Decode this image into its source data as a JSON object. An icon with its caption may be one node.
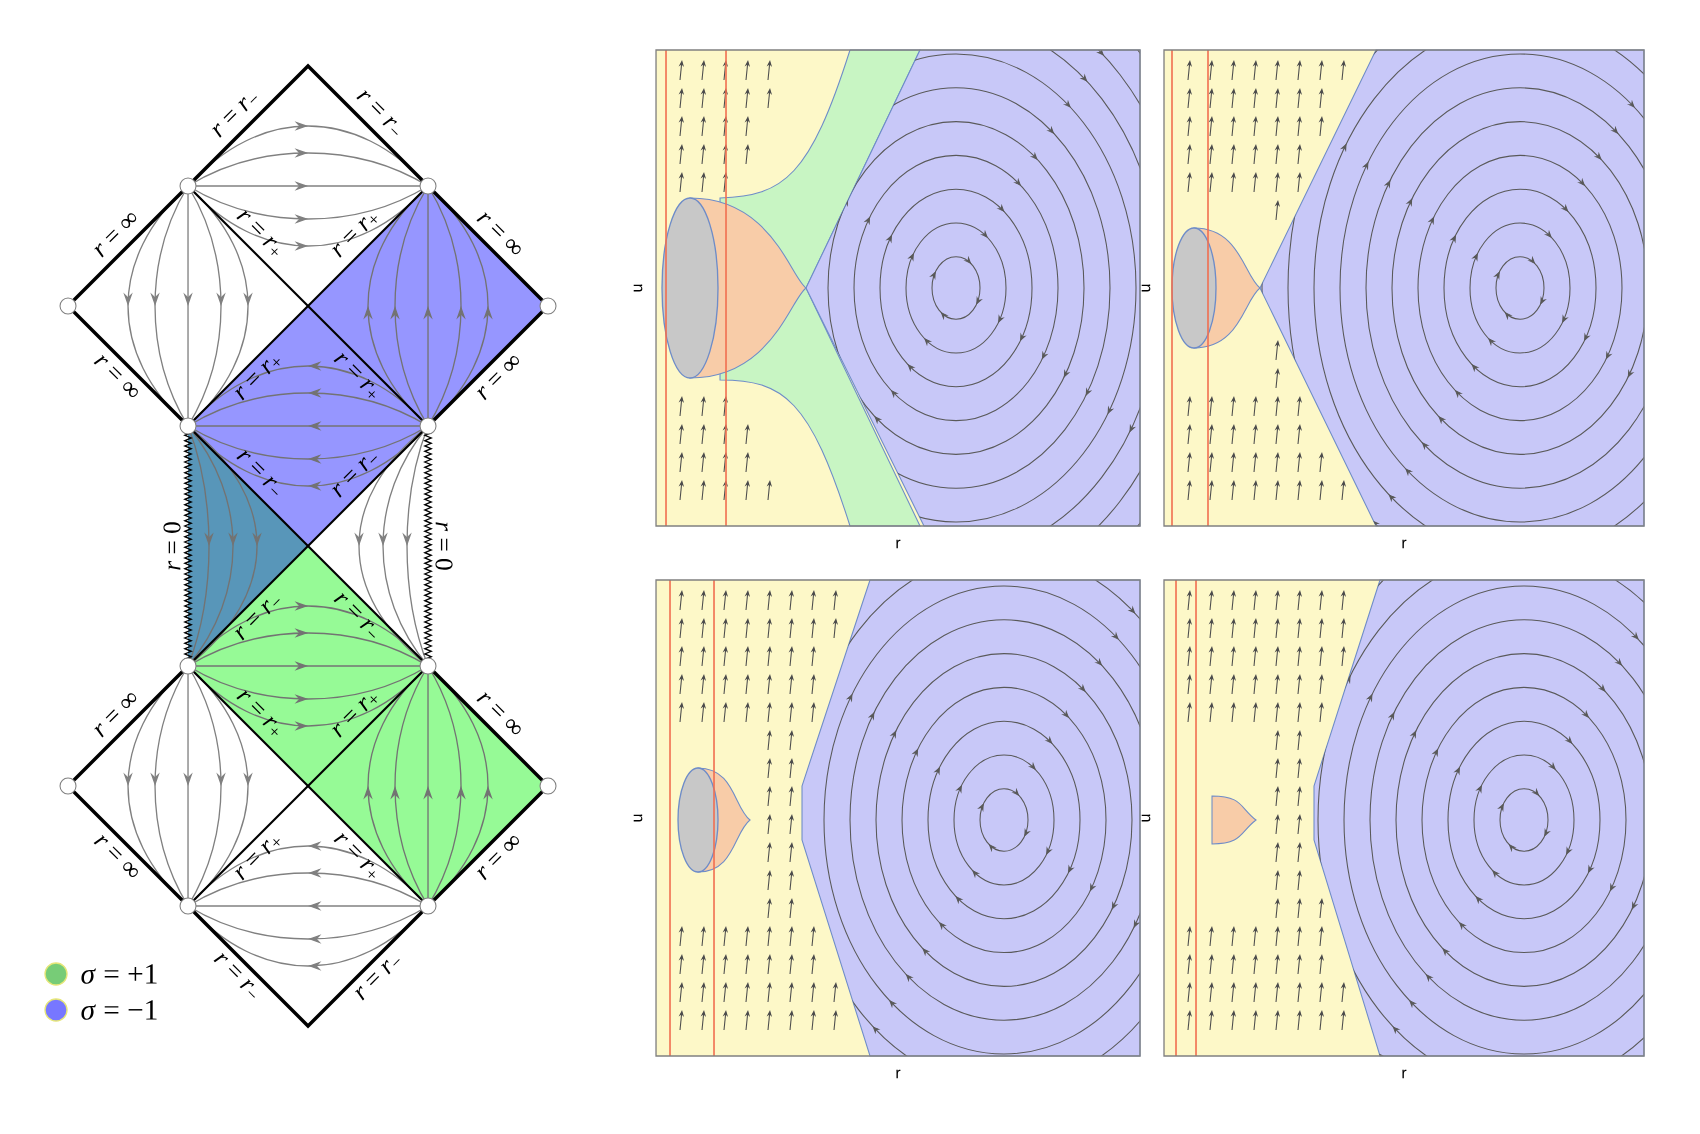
{
  "diagram": {
    "labels": [
      "*r* = *r*$_{−}$",
      "*r* = *r*$_{−}$",
      "*r* = ∞",
      "*r* = *r*$_{+}$",
      "*r* = *r*$_{+}$",
      "*r* = ∞",
      "*r* = ∞",
      "*r* = *r*$_{+}$",
      "*r* = *r*$_{+}$",
      "*r* = ∞",
      "*r* = *r*$_{−}$",
      "*r* = *r*$_{−}$",
      "*r* = 0",
      "*r* = 0",
      "*r* = *r*$_{−}$",
      "*r* = *r*$_{−}$",
      "*r* = ∞",
      "*r* = *r*$_{+}$",
      "*r* = *r*$_{+}$",
      "*r* = ∞",
      "*r* = ∞",
      "*r* = *r*$_{+}$",
      "*r* = *r*$_{+}$",
      "*r* = ∞",
      "*r* = *r*$_{−}$",
      "*r* = *r*$_{−}$",
      "u",
      "r",
      "u",
      "r",
      "u",
      "r",
      "u",
      "r"
    ],
    "legend": [
      {
        "text": "*σ* = +1",
        "color": "#77cc77"
      },
      {
        "text": "*σ* = −1",
        "color": "#7777ff"
      }
    ]
  }
}
